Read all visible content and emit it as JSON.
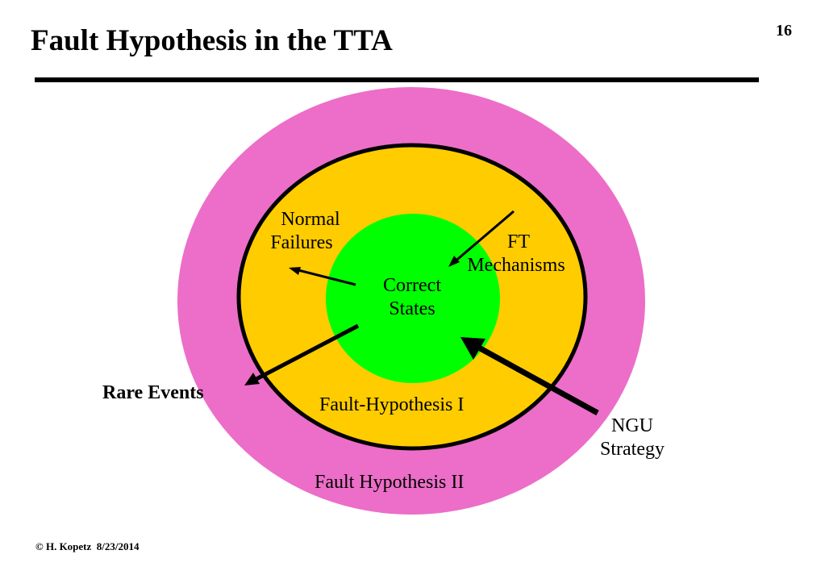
{
  "slide": {
    "title": "Fault Hypothesis in the TTA",
    "page_number": "16",
    "footer": "© H. Kopetz  8/23/2014"
  },
  "diagram": {
    "colors": {
      "outer_region": "#ec6ec8",
      "inner_region": "#ffcc00",
      "core_region": "#00ff00",
      "outline": "#000000"
    },
    "labels": {
      "correct_states": [
        "Correct",
        "States"
      ],
      "normal_failures": [
        "Normal",
        "Failures"
      ],
      "ft_mechanisms": [
        "FT",
        "Mechanisms"
      ],
      "fault_hypothesis_1": "Fault-Hypothesis I",
      "fault_hypothesis_2": "Fault Hypothesis II",
      "rare_events": "Rare Events",
      "ngu_strategy": [
        "NGU",
        "Strategy"
      ]
    }
  }
}
